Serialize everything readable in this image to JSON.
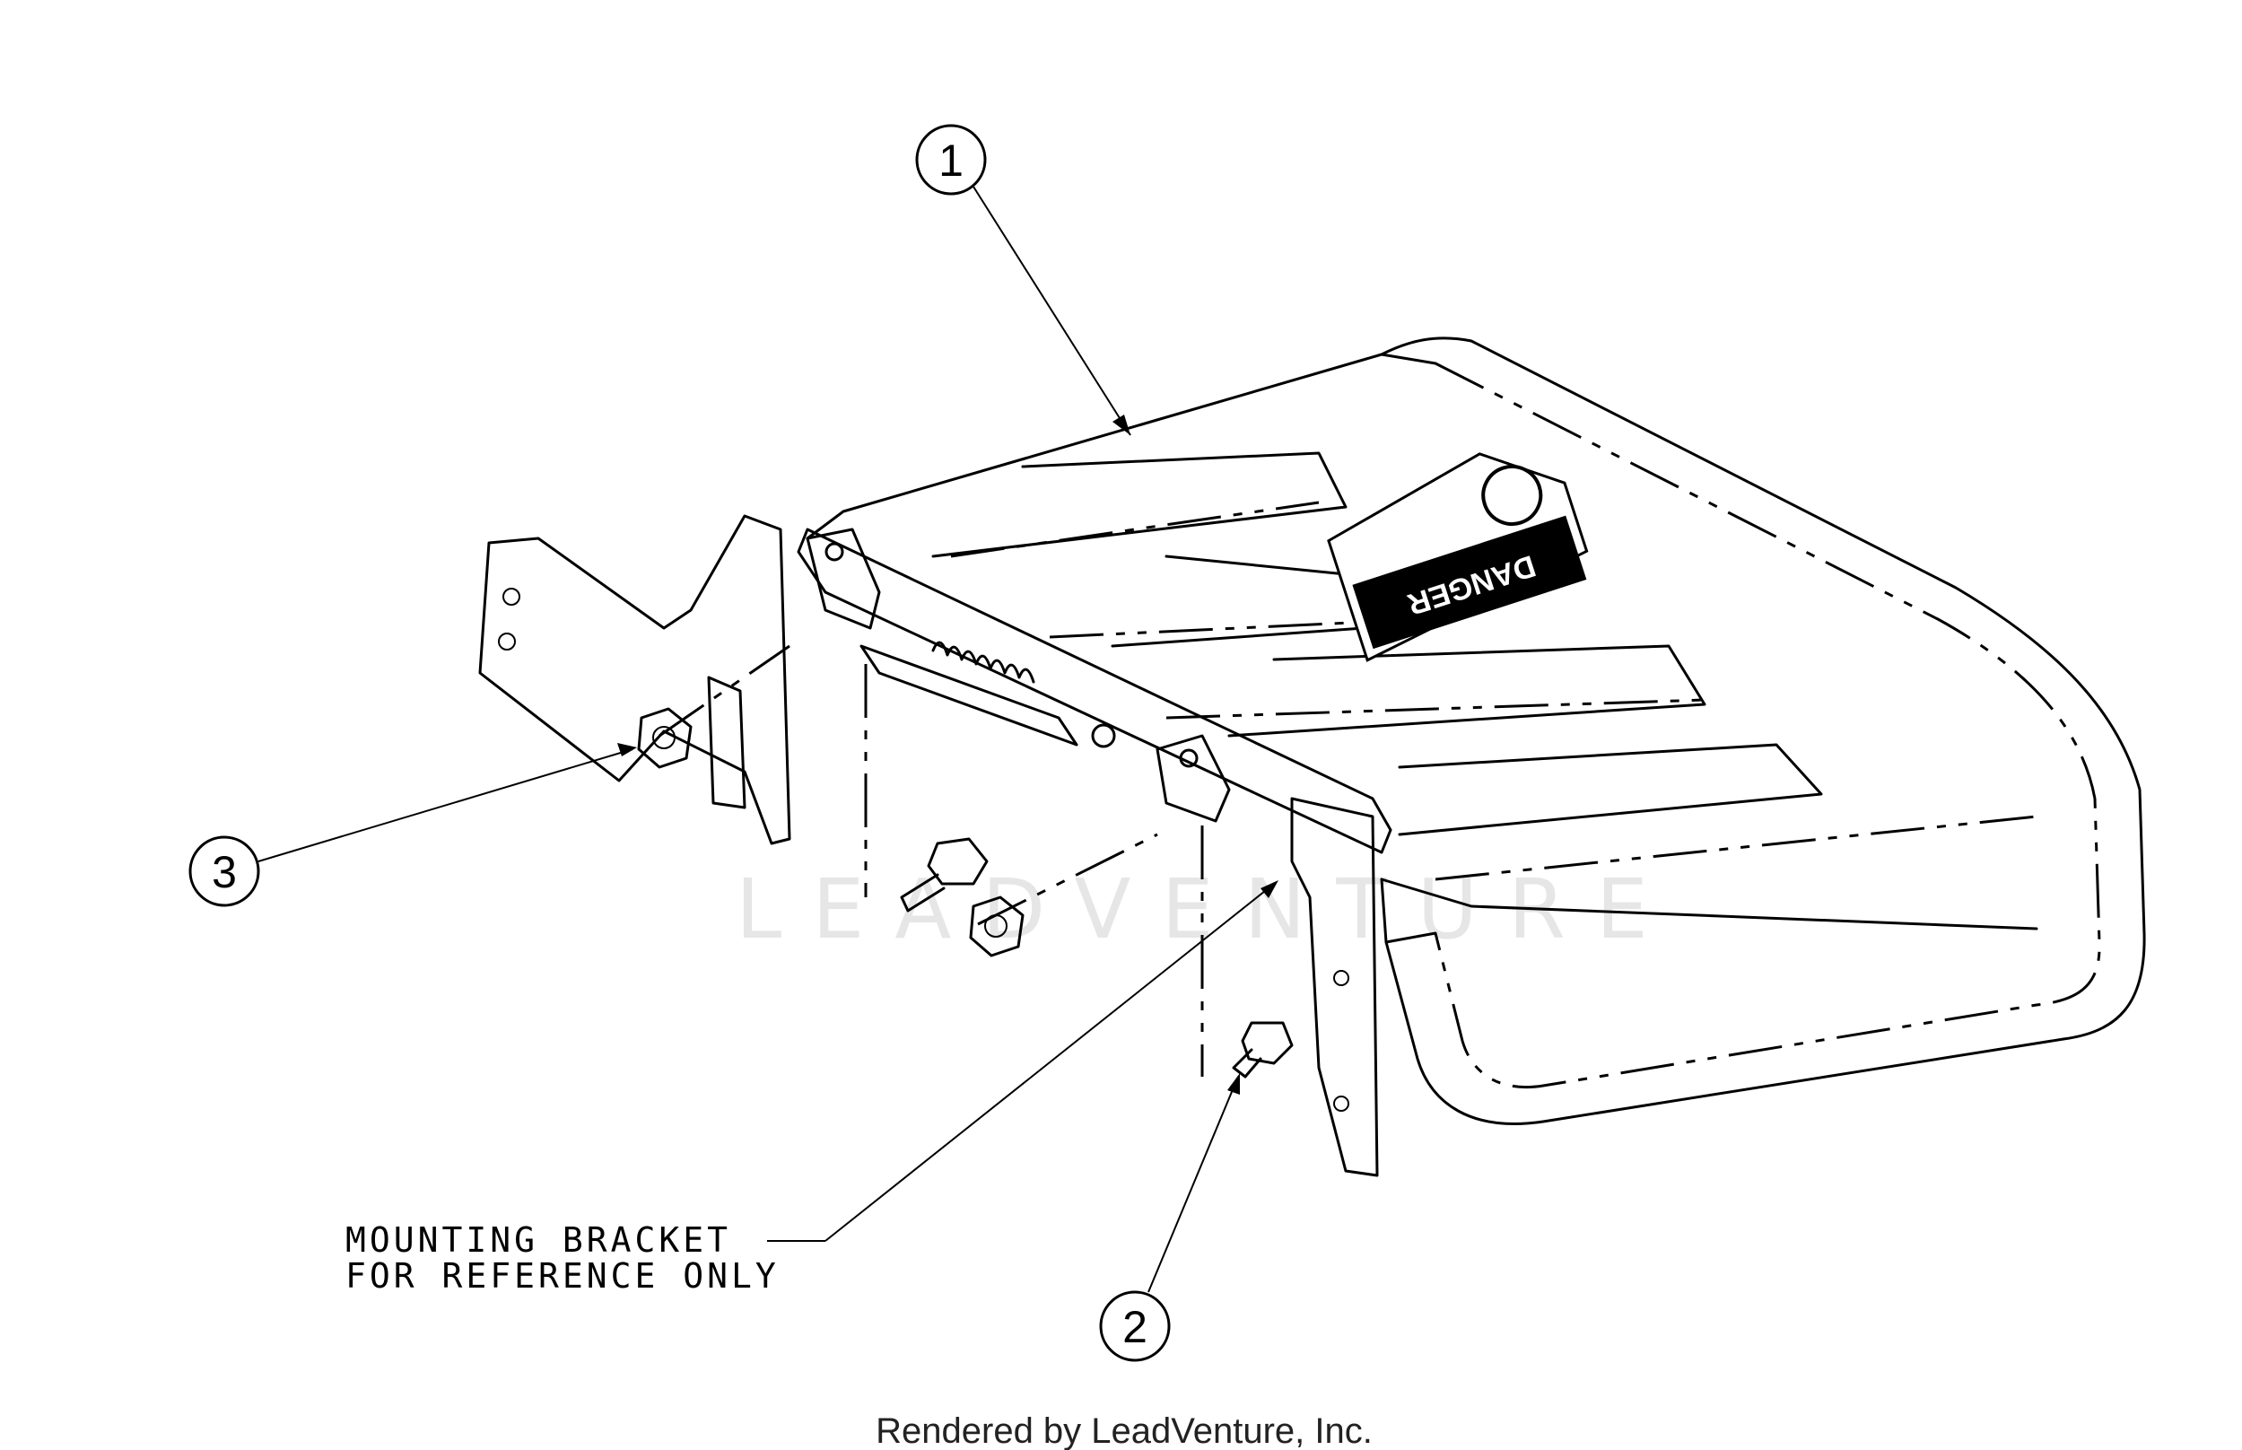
{
  "callouts": [
    {
      "number": "1"
    },
    {
      "number": "2"
    },
    {
      "number": "3"
    }
  ],
  "note": {
    "line1": "MOUNTING BRACKET",
    "line2": "FOR REFERENCE ONLY"
  },
  "decal": {
    "word": "DANGER"
  },
  "watermark": "LEADVENTURE",
  "footer": "Rendered by LeadVenture, Inc."
}
